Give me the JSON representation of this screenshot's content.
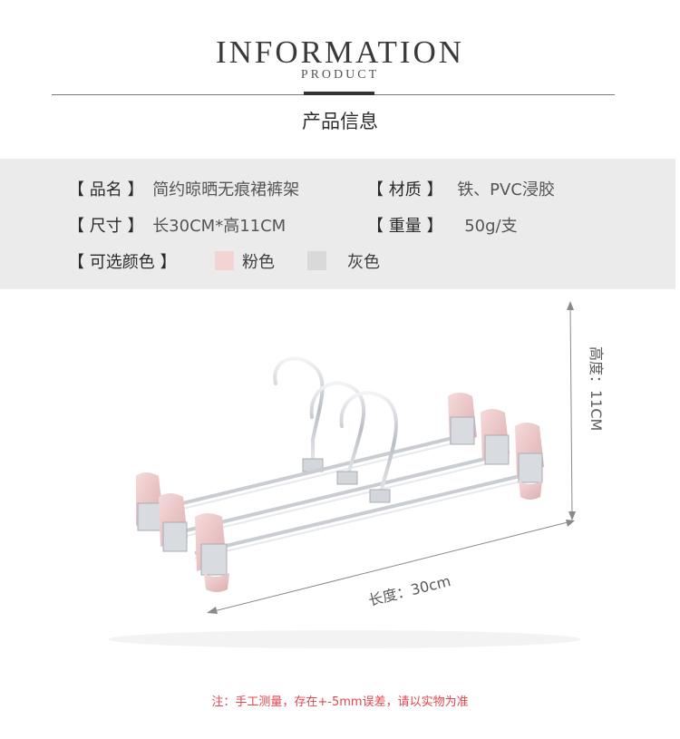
{
  "header": {
    "title": "INFORMATION",
    "subtitle": "PRODUCT",
    "cn_title": "产品信息"
  },
  "info": {
    "name_label": "【 品名 】",
    "name_value": "简约晾晒无痕裙裤架",
    "material_label": "【 材质 】",
    "material_value": "铁、PVC浸胶",
    "size_label": "【 尺寸 】",
    "size_value": "长30CM*高11CM",
    "weight_label": "【 重量 】",
    "weight_value": "50g/支",
    "color_label": "【 可选颜色 】",
    "colors": [
      {
        "name": "粉色",
        "hex": "#f3d3d3"
      },
      {
        "name": "灰色",
        "hex": "#d9d9d9"
      }
    ]
  },
  "dimensions": {
    "height_label": "高度：11CM",
    "length_label": "长度：30cm"
  },
  "note": "注：手工测量，存在+-5mm误差，请以实物为准",
  "colors": {
    "band": "#ebebeb",
    "clip_pink": "#edc7c8",
    "metal": "#c8ccd1",
    "note_red": "#e3454e"
  }
}
